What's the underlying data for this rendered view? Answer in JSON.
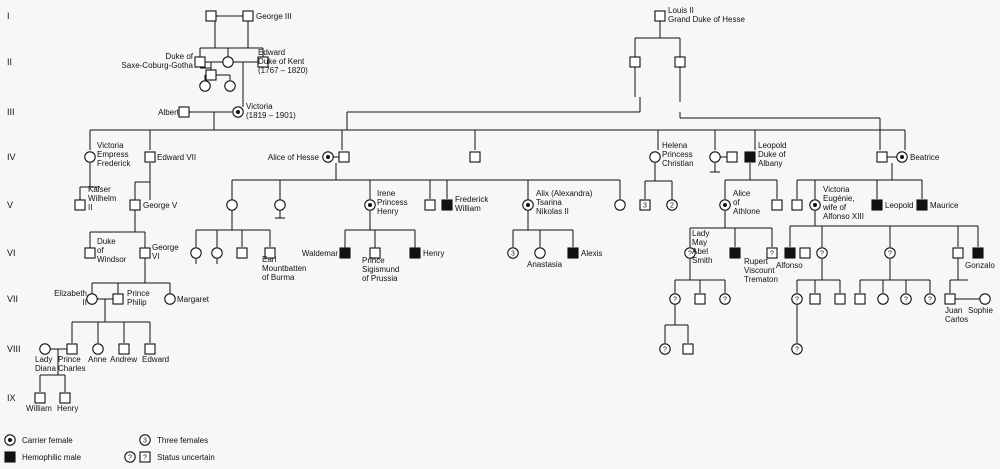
{
  "generations": [
    "I",
    "II",
    "III",
    "IV",
    "V",
    "VI",
    "VII",
    "VIII",
    "IX"
  ],
  "people": {
    "george3": "George III",
    "louis2": "Louis II\nGrand Duke of Hesse",
    "duke_saxe": "Duke of\nSaxe-Coburg-Gotha",
    "edward_kent": "Edward\nDuke of Kent\n(1767 – 1820)",
    "albert": "Albert",
    "victoria": "Victoria\n(1819 – 1901)",
    "vicky": "Victoria\nEmpress\nFrederick",
    "edward7": "Edward VII",
    "alice_hesse": "Alice of Hesse",
    "helena": "Helena\nPrincess\nChristian",
    "leopold_albany": "Leopold\nDuke of\nAlbany",
    "beatrice": "Beatrice",
    "wilhelm2": "Kaiser\nWilhelm\nII",
    "george5": "George V",
    "irene": "Irene\nPrincess\nHenry",
    "frederick_william": "Frederick\nWilliam",
    "alix": "Alix (Alexandra)\nTsarina\nNikolas II",
    "alice_athlone": "Alice\nof\nAthlone",
    "victoria_eugenie": "Victoria\nEugénie,\nwife of\nAlfonso XIII",
    "leopold_v": "Leopold",
    "maurice": "Maurice",
    "duke_windsor": "Duke\nof\nWindsor",
    "george6": "George\nVI",
    "mountbatten": "Earl\nMountbatten\nof Burma",
    "waldemar": "Waldemar",
    "sigismund": "Prince\nSigismund\nof Prussia",
    "henry_vi": "Henry",
    "anastasia": "Anastasia",
    "alexis": "Alexis",
    "lady_may": "Lady\nMay\nAbel\nSmith",
    "rupert": "Rupert\nViscount\nTrematon",
    "alfonso": "Alfonso",
    "gonzalo": "Gonzalo",
    "elizabeth2": "Elizabeth\nII",
    "philip": "Prince\nPhilip",
    "margaret": "Margaret",
    "juan_carlos": "Juan\nCarlos",
    "sophie": "Sophie",
    "diana": "Lady\nDiana",
    "charles": "Prince\nCharles",
    "anne": "Anne",
    "andrew": "Andrew",
    "edward": "Edward",
    "william": "William",
    "henry_ix": "Henry"
  },
  "counts": {
    "three_females": "3",
    "two_females": "2",
    "three_uncertain": "3"
  },
  "marks": {
    "uncertain": "?"
  },
  "legend": {
    "carrier_female": "Carrier female",
    "hemophilic_male": "Hemophilic male",
    "three_females": "Three females",
    "status_uncertain": "Status uncertain",
    "three_symbol": "3",
    "uncertain_symbol": "?"
  }
}
